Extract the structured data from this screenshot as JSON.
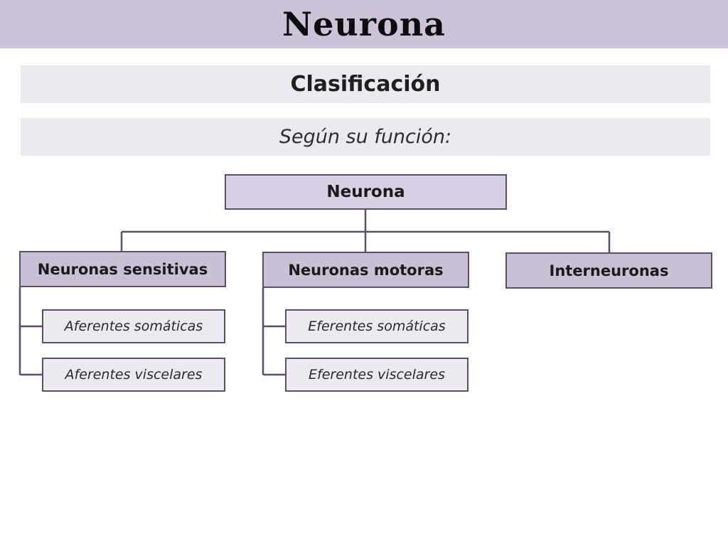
{
  "header": {
    "title": "Neurona"
  },
  "classification_label": "Clasificación",
  "criterion_label": "Según su función:",
  "diagram": {
    "root": "Neurona",
    "categories": [
      {
        "label": "Neuronas sensitivas",
        "children": [
          "Aferentes somáticas",
          "Aferentes viscelares"
        ]
      },
      {
        "label": "Neuronas motoras",
        "children": [
          "Eferentes somáticas",
          "Eferentes viscelares"
        ]
      },
      {
        "label": "Interneuronas",
        "children": []
      }
    ]
  },
  "colors": {
    "title_band": "#ccc3d8",
    "band": "#ece9f0",
    "root_box": "#d9d1e3",
    "category_box": "#c9c0d5",
    "leaf_box": "#ece9f0",
    "border": "#5a4e68"
  }
}
